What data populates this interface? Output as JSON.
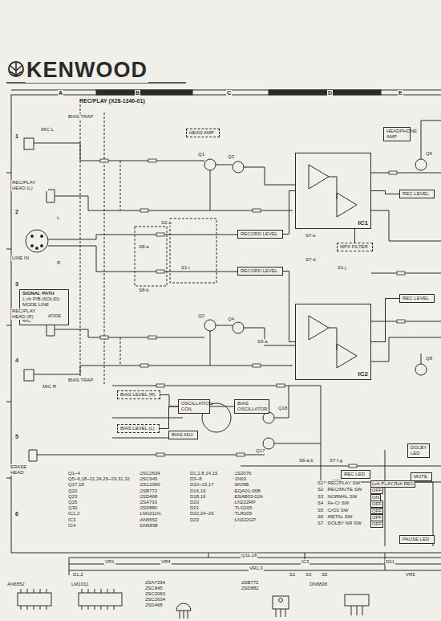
{
  "diagram": {
    "title": "REC/PLAY (X28-1340-01)",
    "nodes": [
      {
        "text": [
          "IC1"
        ]
      },
      {
        "text": [
          "IC2"
        ]
      },
      {
        "text": [
          "HEAD AMP"
        ]
      },
      {
        "text": [
          "RECORD LEVEL"
        ]
      },
      {
        "text": [
          "RECORD LEVEL"
        ]
      },
      {
        "text": [
          "MPX FILTER"
        ]
      },
      {
        "text": [
          "OSCILLATION COIL"
        ]
      },
      {
        "text": [
          "BIAS OSCILLATOR"
        ]
      },
      {
        "text": [
          "BIAS LEVEL (R)"
        ]
      },
      {
        "text": [
          "BIAS LEVEL (L)"
        ]
      },
      {
        "text": [
          "SIGNAL PATH",
          "L ch P/B (SOLID) MODE LINE",
          "R ch REC (DOTTED) MODE MIC"
        ]
      },
      {
        "text": [
          "HEADPHONE AMP"
        ]
      },
      {
        "text": [
          "REC LEVEL"
        ]
      },
      {
        "text": [
          "REC LEVEL"
        ]
      },
      {
        "text": [
          "DOLBY LED"
        ]
      },
      {
        "text": [
          "REC LED"
        ]
      },
      {
        "text": [
          "PAUSE LED"
        ]
      },
      {
        "text": [
          "MUTE"
        ]
      },
      {
        "text": [
          "BIAS ADJ"
        ]
      }
    ],
    "edges": [
      {
        "from": 3,
        "to": 0,
        "arrow": "none"
      },
      {
        "from": 4,
        "to": 1,
        "arrow": "none"
      },
      {
        "from": 0,
        "to": 12,
        "arrow": "none"
      },
      {
        "from": 1,
        "to": 13,
        "arrow": "none"
      },
      {
        "from": 0,
        "to": 5,
        "arrow": "none"
      },
      {
        "from": 8,
        "to": 6,
        "arrow": "none"
      },
      {
        "from": 9,
        "to": 6,
        "arrow": "none"
      },
      {
        "from": 6,
        "to": 7,
        "arrow": "none"
      }
    ],
    "labels": [
      "A",
      "B",
      "C",
      "D",
      "E",
      "1",
      "2",
      "3",
      "4",
      "5",
      "6",
      "KENWOOD",
      "MIC L",
      "REC/PLAY HEAD (L)",
      "LINE IN",
      "L",
      "R",
      "REC/PLAY HEAD (R)",
      "MIC R",
      "ERASE HEAD",
      "BIAS TRAP",
      "BIAS TRAP",
      "Q1",
      "Q3",
      "Q2",
      "Q4",
      "Q17",
      "Q18",
      "Q6",
      "Q8",
      "S8-a",
      "S8-b",
      "S1-i",
      "S1-j",
      "S7-d",
      "S7-e",
      "S6-a,b",
      "S7-f,g",
      "S2-a",
      "S3-a",
      "Q1~4",
      ":2SC2634",
      "Q5~6,18~21,24,26~29,31,32",
      ":2SC945",
      "Q17,18",
      ":2SC2060",
      "Q22",
      ":2SB772",
      "Q23",
      ":2SD468",
      "Q25",
      ":2SA733",
      "Q30",
      ":2SD882",
      "IC1,2",
      ":LM1011N",
      "IC3",
      ":AN6552",
      "IC4",
      ":DN6838",
      "D1,2,8,14,15",
      ":1S2076",
      "D3~8",
      ":1N60",
      "D10~13,17",
      ":WO6B",
      "D16,19",
      ":EQA01-06B",
      "D18,19",
      ":ESAB03-02A",
      "D20",
      ":LN222RP",
      "D21",
      ":TLG205",
      "D22,24~26",
      ":TLR205",
      "D23",
      ":LN322GP",
      "",
      ":",
      "S1",
      ":REC/PLAY SW",
      "Lch PLAY,Rch REC",
      "S2",
      ":REC/MUTE SW",
      "OFF",
      "S3",
      ":NORMAL SW",
      "ON",
      "S4",
      ":Fe-Cr SW",
      "OFF",
      "S5",
      ":CrO2 SW",
      "OFF",
      "S6",
      ":METAL SW",
      "OFF",
      "S7",
      ":DOLBY NR SW",
      "OFF",
      "AN6552",
      "LM1011",
      "2SA733A 2SC845 2SC2060 2SC2634 2SD468",
      "2SB772 2SD882",
      "DN6838",
      "Q11,18",
      "IC3",
      "VR1",
      "VR4",
      "VR1,3",
      "D1,2",
      "S1",
      "S3",
      "S5",
      "D21",
      "VR5"
    ]
  }
}
